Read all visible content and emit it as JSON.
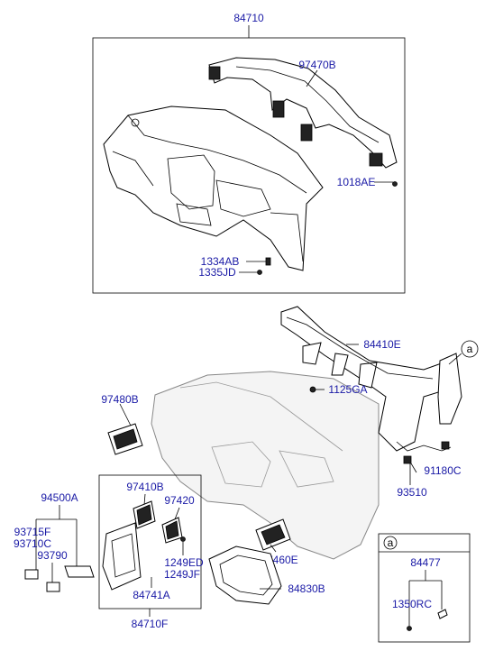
{
  "colors": {
    "label": "#1a1aa6",
    "line": "#000000",
    "background": "#ffffff"
  },
  "labels": {
    "p84710": "84710",
    "p97470B": "97470B",
    "p1018AE": "1018AE",
    "p1334AB": "1334AB",
    "p1335JD": "1335JD",
    "p84410E": "84410E",
    "pa_main": "a",
    "p1125GA": "1125GA",
    "p97480B": "97480B",
    "p91180C": "91180C",
    "p93510": "93510",
    "p94500A": "94500A",
    "p97410B": "97410B",
    "p97420": "97420",
    "p93715F": "93715F",
    "p93710C": "93710C",
    "p93790": "93790",
    "p1249ED": "1249ED",
    "p1249JF": "1249JF",
    "p97460E": "97460E",
    "p84741A": "84741A",
    "p84830B": "84830B",
    "p84710F": "84710F",
    "pa_box": "a",
    "p84477": "84477",
    "p1350RC": "1350RC"
  }
}
